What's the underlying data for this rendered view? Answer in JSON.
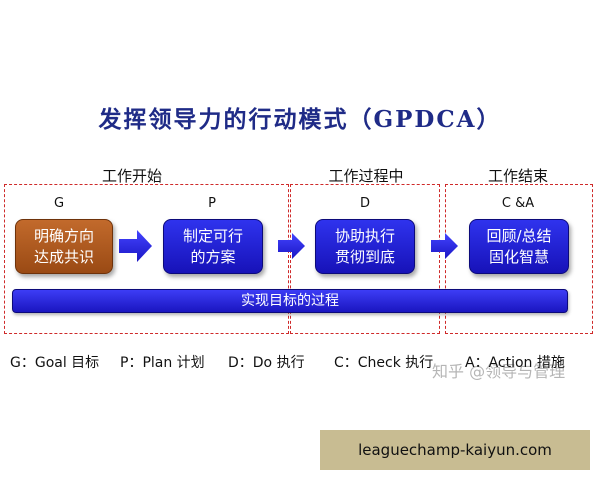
{
  "title": "发挥领导力的行动模式（GPDCA）",
  "phases": [
    "工作开始",
    "工作过程中",
    "工作结束"
  ],
  "steps": [
    {
      "letter": "G",
      "text": "明确方向\n达成共识",
      "color": "#a9541b"
    },
    {
      "letter": "P",
      "text": "制定可行\n的方案",
      "color": "#2222dd"
    },
    {
      "letter": "D",
      "text": "协助执行\n贯彻到底",
      "color": "#2222dd"
    },
    {
      "letter": "C &A",
      "text": "回顾/总结\n固化智慧",
      "color": "#2222dd"
    }
  ],
  "bar_label": "实现目标的过程",
  "legend": [
    "G：Goal 目标",
    "P：Plan 计划",
    "D：Do 执行",
    "C：Check 执行",
    "A：Action 措施"
  ],
  "watermark": "知乎 @领导与管理",
  "url": "leaguechamp-kaiyun.com",
  "colors": {
    "title": "#1f2b87",
    "frame": "#cf2a2a",
    "arrow": "#2626e6",
    "url_bg": "#c8bc92"
  }
}
